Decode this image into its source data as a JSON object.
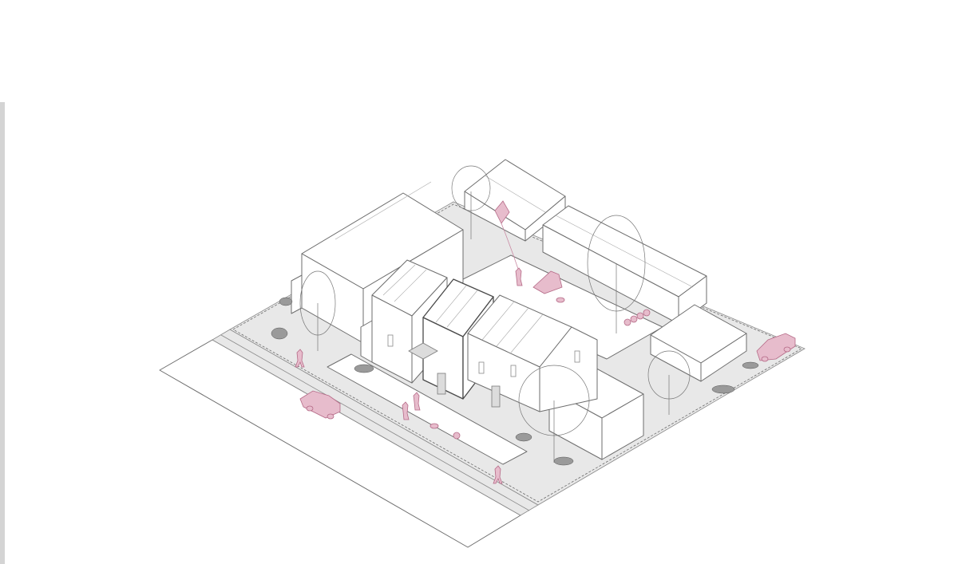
{
  "image": {
    "type": "axonometric-site-diagram",
    "palette": {
      "line": "#6e6e6e",
      "ground": "#e8e8e8",
      "accent": "#e7bccc",
      "accent_stroke": "#b56a87",
      "background": "#ffffff"
    },
    "elements": [
      "street-plane",
      "sidewalk",
      "townhouse-cluster",
      "neighbor-houses",
      "trees",
      "cars",
      "pedestrians",
      "playground",
      "kite",
      "bicycles"
    ]
  }
}
